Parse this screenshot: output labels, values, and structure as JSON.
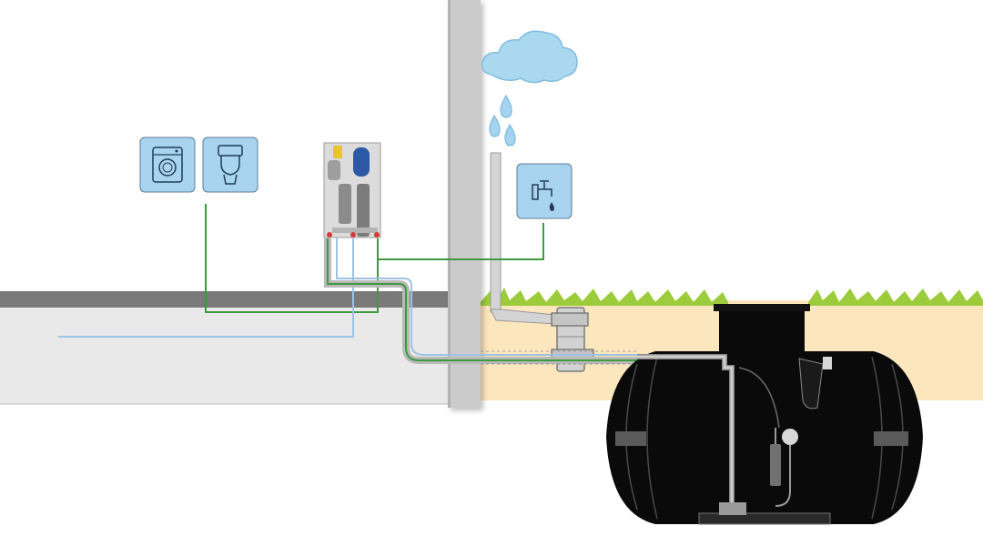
{
  "diagram": {
    "kind": "rainwater-harvesting-system",
    "text_labels": [],
    "icons": [
      {
        "key": "washing_machine",
        "name": "washing-machine-icon"
      },
      {
        "key": "toilet",
        "name": "toilet-icon"
      },
      {
        "key": "outdoor_tap",
        "name": "outdoor-tap-icon"
      }
    ],
    "components": [
      "rain-cloud",
      "raindrops",
      "downpipe",
      "filter-unit",
      "underground-tank",
      "pump-control-panel",
      "supply-pipes",
      "ground-grass"
    ],
    "colors": {
      "icon_tile": "#a9d4ef",
      "icon_stroke": "#1f3d57",
      "supply_pipe": "#3d9a3d",
      "mains_pipe": "#9fc3e3",
      "wall": "#c8c8c8",
      "floor": "#7a7a7a",
      "indoor_ground": "#e8e8e8",
      "soil": "#fce6bd",
      "grass": "#9ccc3c",
      "tank": "#0a0a0a",
      "cloud": "#a9d8ef",
      "raindrop": "#a5d2ee"
    }
  }
}
